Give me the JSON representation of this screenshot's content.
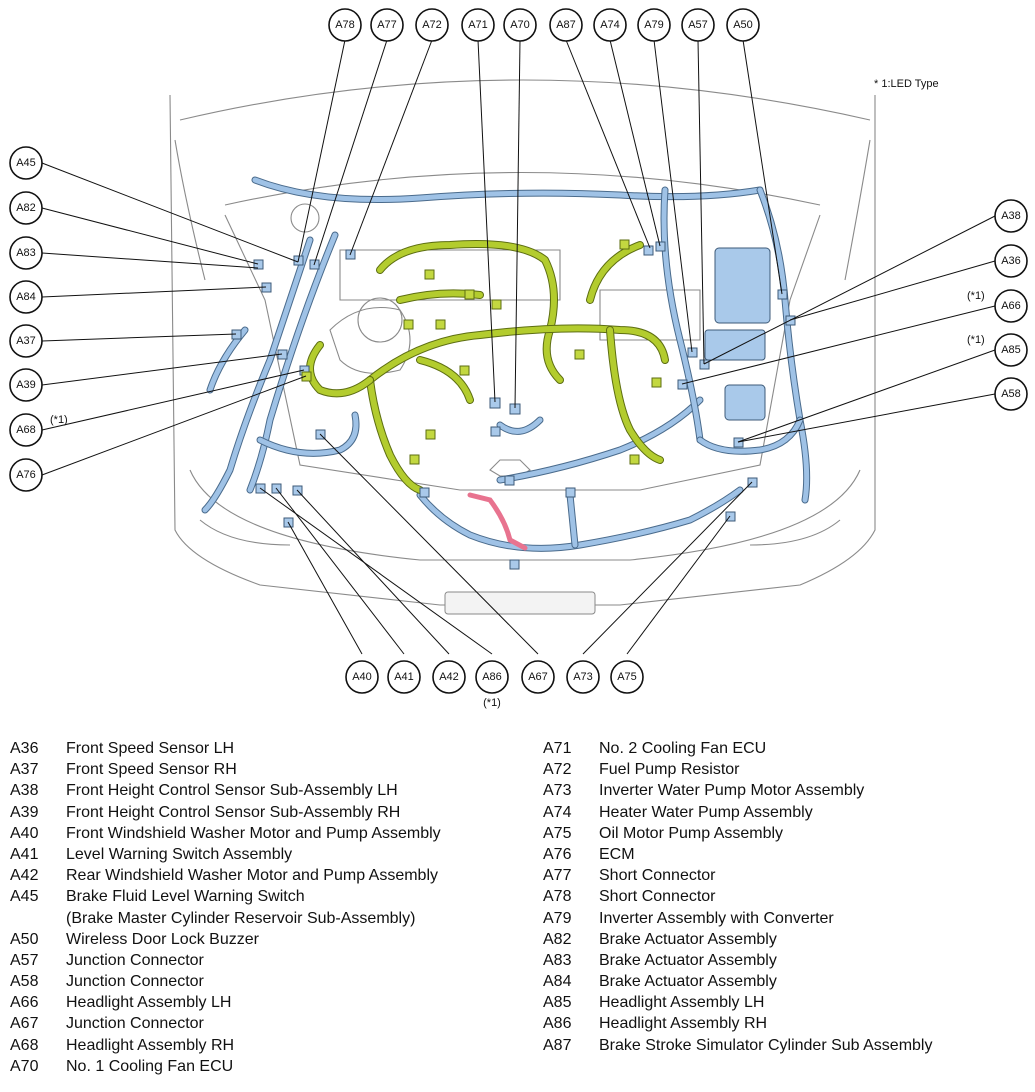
{
  "note": "* 1:LED Type",
  "callouts": [
    {
      "id": "A78"
    },
    {
      "id": "A77"
    },
    {
      "id": "A72"
    },
    {
      "id": "A71"
    },
    {
      "id": "A70"
    },
    {
      "id": "A87"
    },
    {
      "id": "A74"
    },
    {
      "id": "A79"
    },
    {
      "id": "A57"
    },
    {
      "id": "A50"
    },
    {
      "id": "A45"
    },
    {
      "id": "A82"
    },
    {
      "id": "A83"
    },
    {
      "id": "A84"
    },
    {
      "id": "A37"
    },
    {
      "id": "A39"
    },
    {
      "id": "A68",
      "mark": "(*1)"
    },
    {
      "id": "A76"
    },
    {
      "id": "A38"
    },
    {
      "id": "A36"
    },
    {
      "id": "A66",
      "mark": "(*1)"
    },
    {
      "id": "A85",
      "mark": "(*1)"
    },
    {
      "id": "A58"
    },
    {
      "id": "A40"
    },
    {
      "id": "A41"
    },
    {
      "id": "A42"
    },
    {
      "id": "A86",
      "mark": "(*1)"
    },
    {
      "id": "A67"
    },
    {
      "id": "A73"
    },
    {
      "id": "A75"
    }
  ],
  "legend": {
    "left": [
      {
        "code": "A36",
        "name": "Front Speed Sensor LH"
      },
      {
        "code": "A37",
        "name": "Front Speed Sensor RH"
      },
      {
        "code": "A38",
        "name": "Front Height Control Sensor Sub-Assembly LH"
      },
      {
        "code": "A39",
        "name": "Front Height Control Sensor Sub-Assembly RH"
      },
      {
        "code": "A40",
        "name": "Front Windshield Washer Motor and Pump Assembly"
      },
      {
        "code": "A41",
        "name": "Level Warning Switch Assembly"
      },
      {
        "code": "A42",
        "name": "Rear Windshield Washer Motor and Pump Assembly"
      },
      {
        "code": "A45",
        "name": "Brake Fluid Level Warning Switch"
      },
      {
        "code": "",
        "name": "(Brake Master Cylinder Reservoir Sub-Assembly)"
      },
      {
        "code": "A50",
        "name": "Wireless Door Lock Buzzer"
      },
      {
        "code": "A57",
        "name": "Junction Connector"
      },
      {
        "code": "A58",
        "name": "Junction Connector"
      },
      {
        "code": "A66",
        "name": "Headlight Assembly LH"
      },
      {
        "code": "A67",
        "name": "Junction Connector"
      },
      {
        "code": "A68",
        "name": "Headlight Assembly RH"
      },
      {
        "code": "A70",
        "name": "No. 1 Cooling Fan ECU"
      }
    ],
    "right": [
      {
        "code": "A71",
        "name": "No. 2 Cooling Fan ECU"
      },
      {
        "code": "A72",
        "name": "Fuel Pump Resistor"
      },
      {
        "code": "A73",
        "name": "Inverter Water Pump Motor Assembly"
      },
      {
        "code": "A74",
        "name": "Heater Water Pump Assembly"
      },
      {
        "code": "A75",
        "name": "Oil Motor Pump Assembly"
      },
      {
        "code": "A76",
        "name": "ECM"
      },
      {
        "code": "A77",
        "name": "Short Connector"
      },
      {
        "code": "A78",
        "name": "Short Connector"
      },
      {
        "code": "A79",
        "name": "Inverter Assembly with Converter"
      },
      {
        "code": "A82",
        "name": "Brake Actuator Assembly"
      },
      {
        "code": "A83",
        "name": "Brake Actuator Assembly"
      },
      {
        "code": "A84",
        "name": "Brake Actuator Assembly"
      },
      {
        "code": "A85",
        "name": "Headlight Assembly LH"
      },
      {
        "code": "A86",
        "name": "Headlight Assembly RH"
      },
      {
        "code": "A87",
        "name": "Brake Stroke Simulator Cylinder Sub Assembly"
      }
    ]
  }
}
